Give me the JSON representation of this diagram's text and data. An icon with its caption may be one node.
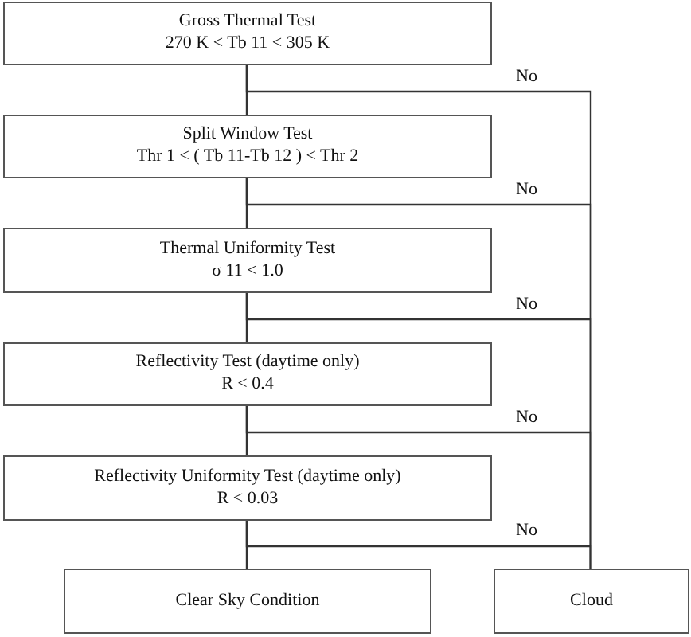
{
  "diagram": {
    "nodes": [
      {
        "text": [
          "Gross Thermal Test",
          "270 K < Tb 11 < 305 K"
        ]
      },
      {
        "text": [
          "Split Window Test",
          "Thr 1 < ( Tb 11-Tb 12 ) < Thr 2"
        ]
      },
      {
        "text": [
          "Thermal Uniformity Test",
          "σ 11 < 1.0"
        ]
      },
      {
        "text": [
          "Reflectivity Test (daytime only)",
          "R < 0.4"
        ]
      },
      {
        "text": [
          "Reflectivity Uniformity Test (daytime only)",
          "R < 0.03"
        ]
      },
      {
        "text": [
          "Clear Sky Condition"
        ]
      },
      {
        "text": [
          "Cloud"
        ]
      }
    ],
    "edges": [
      {
        "from": 0,
        "to": 1,
        "arrow": "none"
      },
      {
        "from": 1,
        "to": 2,
        "arrow": "none"
      },
      {
        "from": 2,
        "to": 3,
        "arrow": "none"
      },
      {
        "from": 3,
        "to": 4,
        "arrow": "none"
      },
      {
        "from": 4,
        "to": 5,
        "arrow": "none"
      },
      {
        "from": 0,
        "to": 6,
        "label": "No",
        "arrow": "none"
      },
      {
        "from": 1,
        "to": 6,
        "label": "No",
        "arrow": "none"
      },
      {
        "from": 2,
        "to": 6,
        "label": "No",
        "arrow": "none"
      },
      {
        "from": 3,
        "to": 6,
        "label": "No",
        "arrow": "none"
      },
      {
        "from": 4,
        "to": 6,
        "label": "No",
        "arrow": "none"
      }
    ]
  }
}
